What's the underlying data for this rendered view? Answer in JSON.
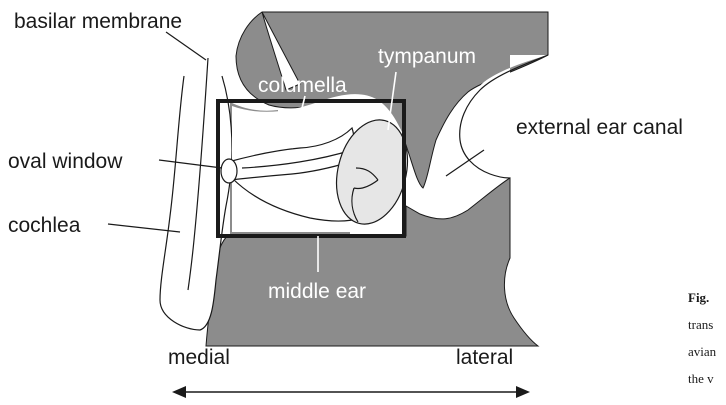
{
  "labels": {
    "basilar_membrane": "basilar membrane",
    "columella": "columella",
    "tympanum": "tympanum",
    "oval_window": "oval window",
    "external_ear_canal": "external ear canal",
    "cochlea": "cochlea",
    "middle_ear": "middle ear",
    "medial": "medial",
    "lateral": "lateral"
  },
  "caption": {
    "fig": "Fig.",
    "line1": "trans",
    "line2": "avian",
    "line3": "the v"
  },
  "colors": {
    "tissue": "#8c8c8c",
    "outline": "#1a1a1a",
    "tympanum_fill": "#e6e6e6",
    "background": "#ffffff"
  }
}
